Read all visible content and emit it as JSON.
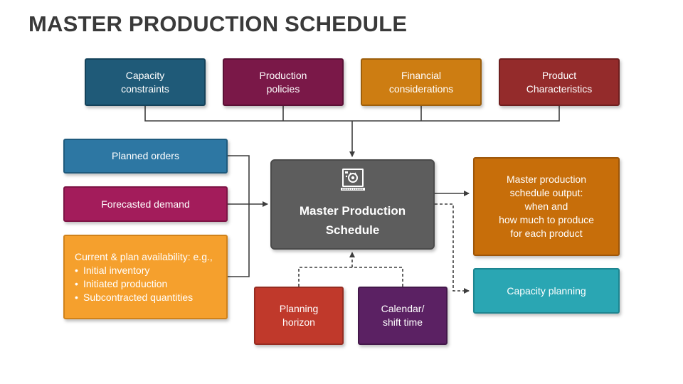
{
  "title": "MASTER PRODUCTION SCHEDULE",
  "top_inputs": [
    {
      "label": "Capacity\nconstraints",
      "color": "#1f5a78"
    },
    {
      "label": "Production\npolicies",
      "color": "#7a1848"
    },
    {
      "label": "Financial\nconsiderations",
      "color": "#cd7d12"
    },
    {
      "label": "Product\nCharacteristics",
      "color": "#942b2b"
    }
  ],
  "left_inputs": {
    "planned_orders": "Planned orders",
    "forecasted_demand": "Forecasted demand",
    "availability": {
      "heading": "Current & plan availability: e.g.,",
      "items": [
        "Initial inventory",
        "Initiated production",
        "Subcontracted quantities"
      ]
    }
  },
  "center": {
    "label": "Master Production\nSchedule",
    "icon": "production-machine-icon"
  },
  "bottom_inputs": {
    "planning_horizon": "Planning\nhorizon",
    "calendar": "Calendar/\nshift time"
  },
  "outputs": {
    "schedule_output": "Master production\nschedule output:\nwhen and\nhow much to produce\nfor each product",
    "capacity_planning": "Capacity planning"
  }
}
